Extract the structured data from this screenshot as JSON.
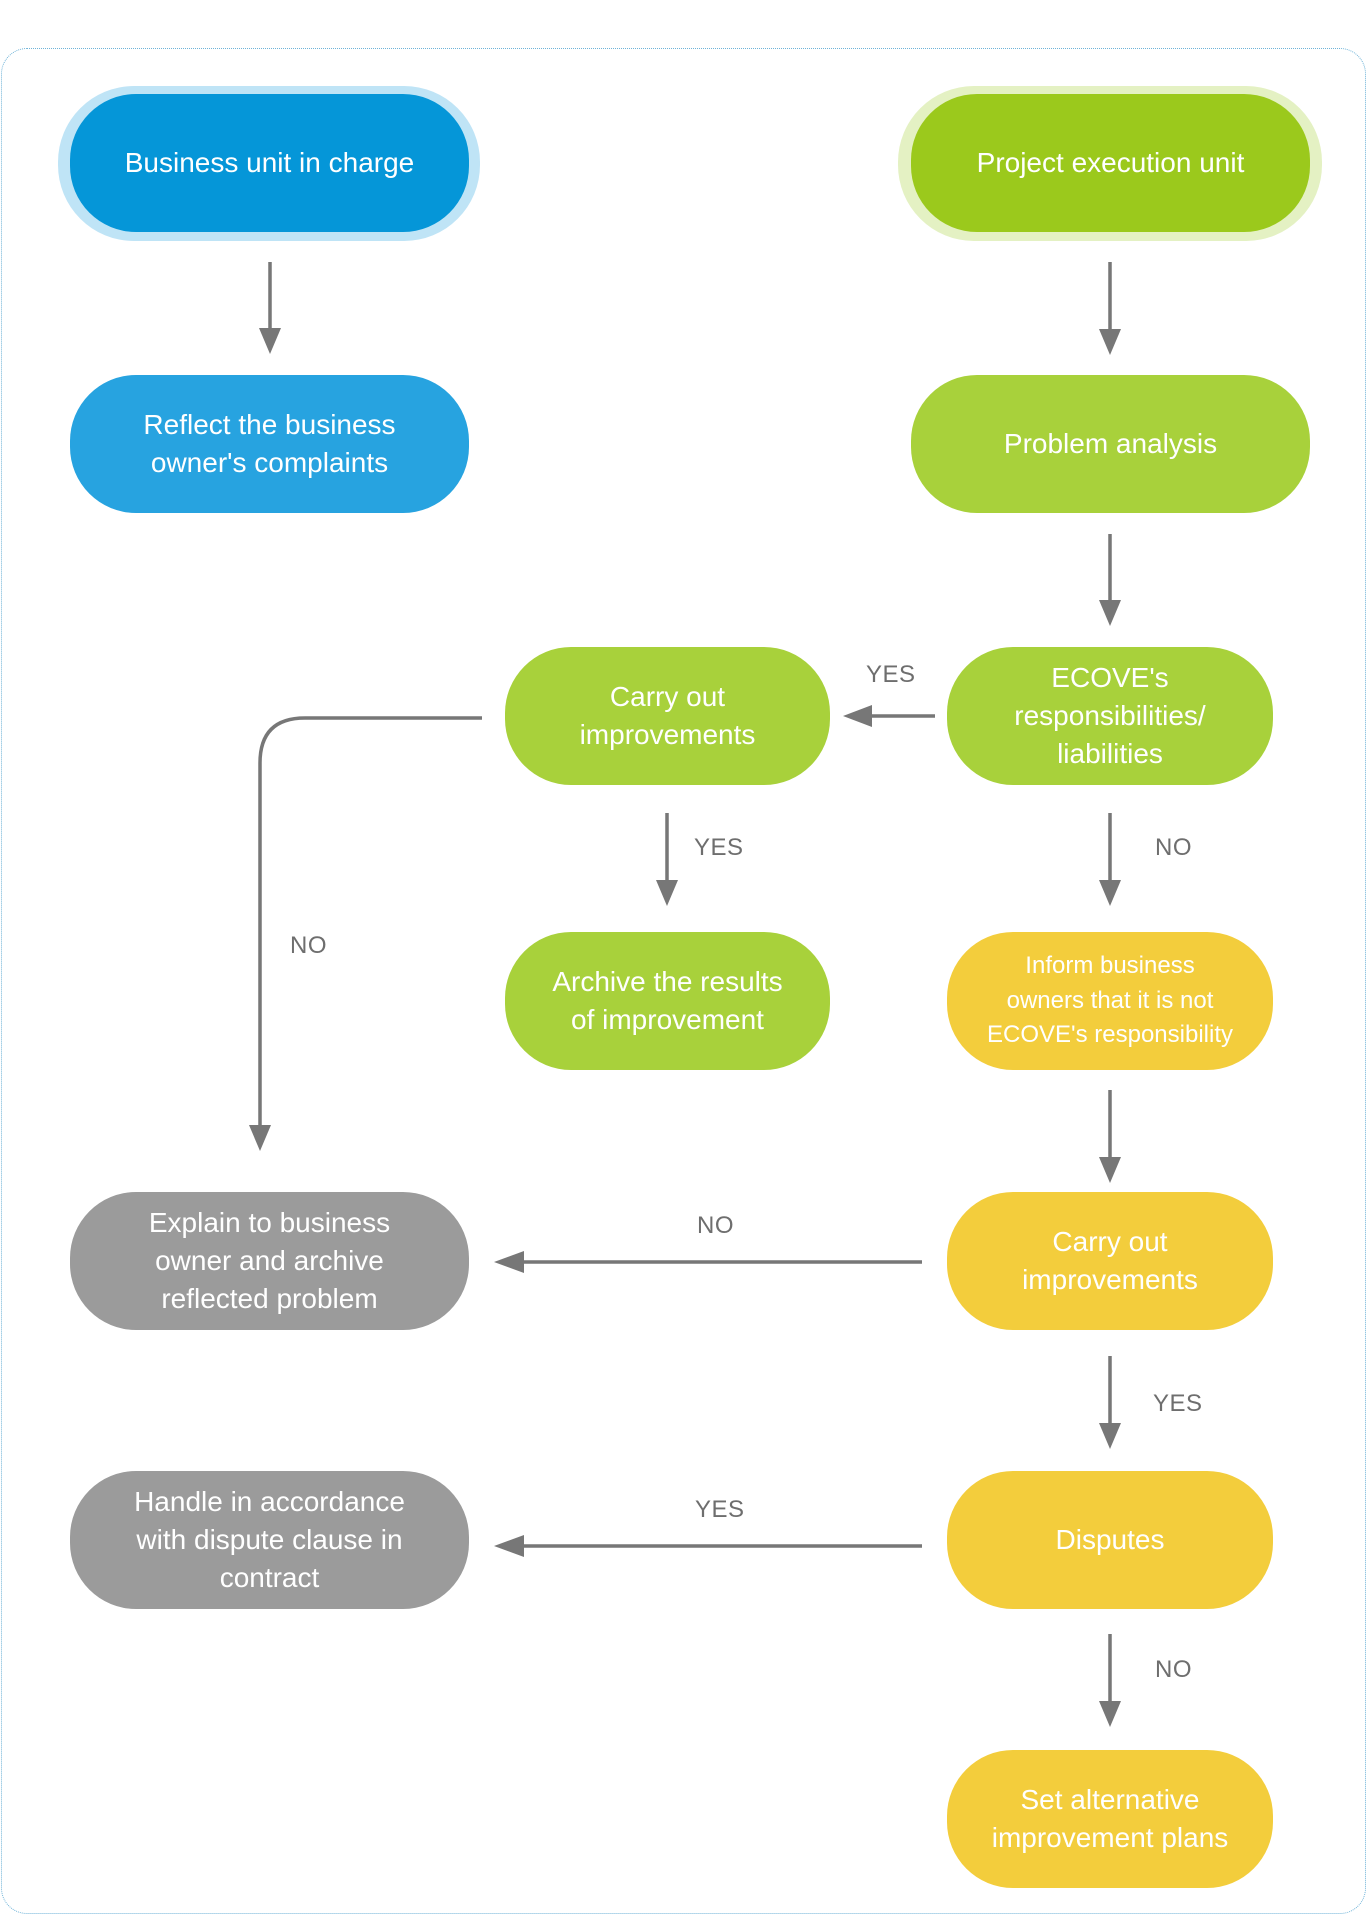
{
  "nodes": {
    "business_unit": "Business unit in charge",
    "project_unit": "Project execution unit",
    "reflect_complaints": [
      "Reflect the business",
      "owner's complaints"
    ],
    "problem_analysis": "Problem analysis",
    "ecove_responsibility": [
      "ECOVE's",
      "responsibilities/",
      "liabilities"
    ],
    "carry_out_green": [
      "Carry out",
      "improvements"
    ],
    "archive_results": [
      "Archive the results",
      "of improvement"
    ],
    "inform_owners": [
      "Inform business",
      "owners that it is not",
      "ECOVE's responsibility"
    ],
    "explain_archive": [
      "Explain to business",
      "owner and archive",
      "reflected problem"
    ],
    "carry_out_yellow": [
      "Carry out",
      "improvements"
    ],
    "handle_dispute": [
      "Handle in accordance",
      "with dispute clause in",
      "contract"
    ],
    "disputes": "Disputes",
    "alternative_plans": [
      "Set alternative",
      "improvement plans"
    ]
  },
  "edge_labels": {
    "ecove_to_carry": "YES",
    "carry_to_archive": "YES",
    "ecove_to_inform": "NO",
    "carry_to_explain": "NO",
    "yellow_carry_to_explain": "NO",
    "yellow_carry_to_disputes": "YES",
    "disputes_to_handle": "YES",
    "disputes_to_plans": "NO"
  },
  "colors": {
    "blue_dark": "#0596d8",
    "blue_light": "#27a3e0",
    "green": "#a8d13b",
    "yellow": "#f3cd3c",
    "gray": "#9b9b9b",
    "arrow": "#777777",
    "frame": "#6fb3d8"
  }
}
